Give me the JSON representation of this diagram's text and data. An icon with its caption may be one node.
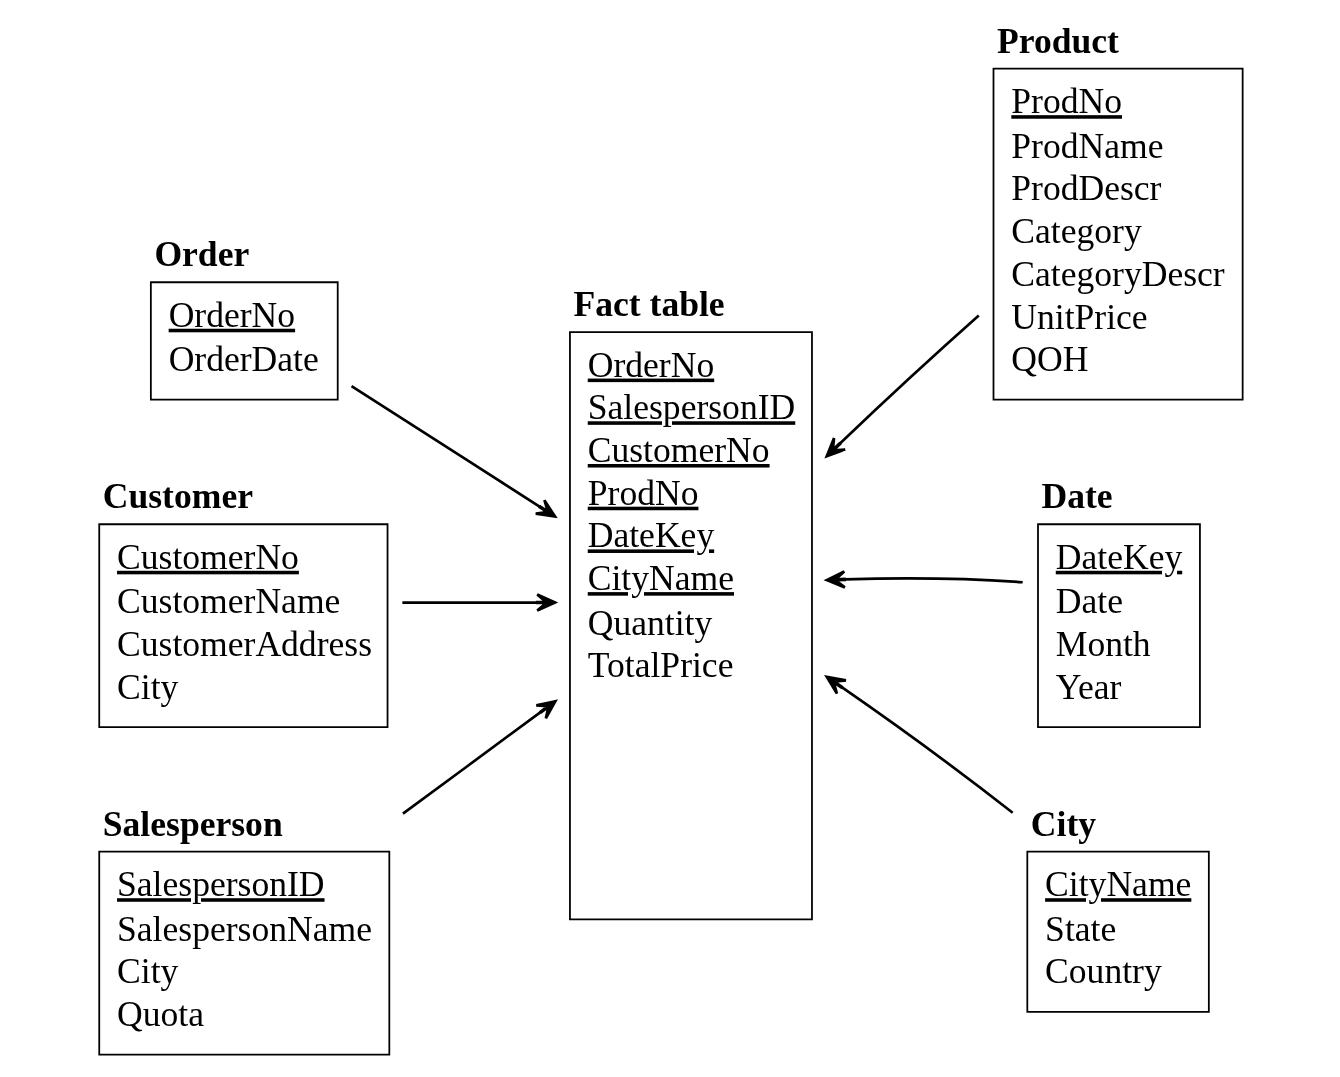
{
  "diagram": {
    "nodes": [
      {
        "text": [
          "Order",
          "OrderNo",
          "OrderDate"
        ]
      },
      {
        "text": [
          "Customer",
          "CustomerNo",
          "CustomerName",
          "CustomerAddress",
          "City"
        ]
      },
      {
        "text": [
          "Salesperson",
          "SalespersonID",
          "SalespersonName",
          "City",
          "Quota"
        ]
      },
      {
        "text": [
          "Fact table",
          "OrderNo",
          "SalespersonID",
          "CustomerNo",
          "ProdNo",
          "DateKey",
          "CityName",
          "Quantity",
          "TotalPrice"
        ]
      },
      {
        "text": [
          "Product",
          "ProdNo",
          "ProdName",
          "ProdDescr",
          "Category",
          "CategoryDescr",
          "UnitPrice",
          "QOH"
        ]
      },
      {
        "text": [
          "Date",
          "DateKey",
          "Date",
          "Month",
          "Year"
        ]
      },
      {
        "text": [
          "City",
          "CityName",
          "State",
          "Country"
        ]
      }
    ],
    "edges": [
      {
        "from": 0,
        "to": 3,
        "arrow": "to"
      },
      {
        "from": 1,
        "to": 3,
        "arrow": "to"
      },
      {
        "from": 2,
        "to": 3,
        "arrow": "to"
      },
      {
        "from": 4,
        "to": 3,
        "arrow": "to"
      },
      {
        "from": 5,
        "to": 3,
        "arrow": "to"
      },
      {
        "from": 6,
        "to": 3,
        "arrow": "to"
      }
    ]
  }
}
